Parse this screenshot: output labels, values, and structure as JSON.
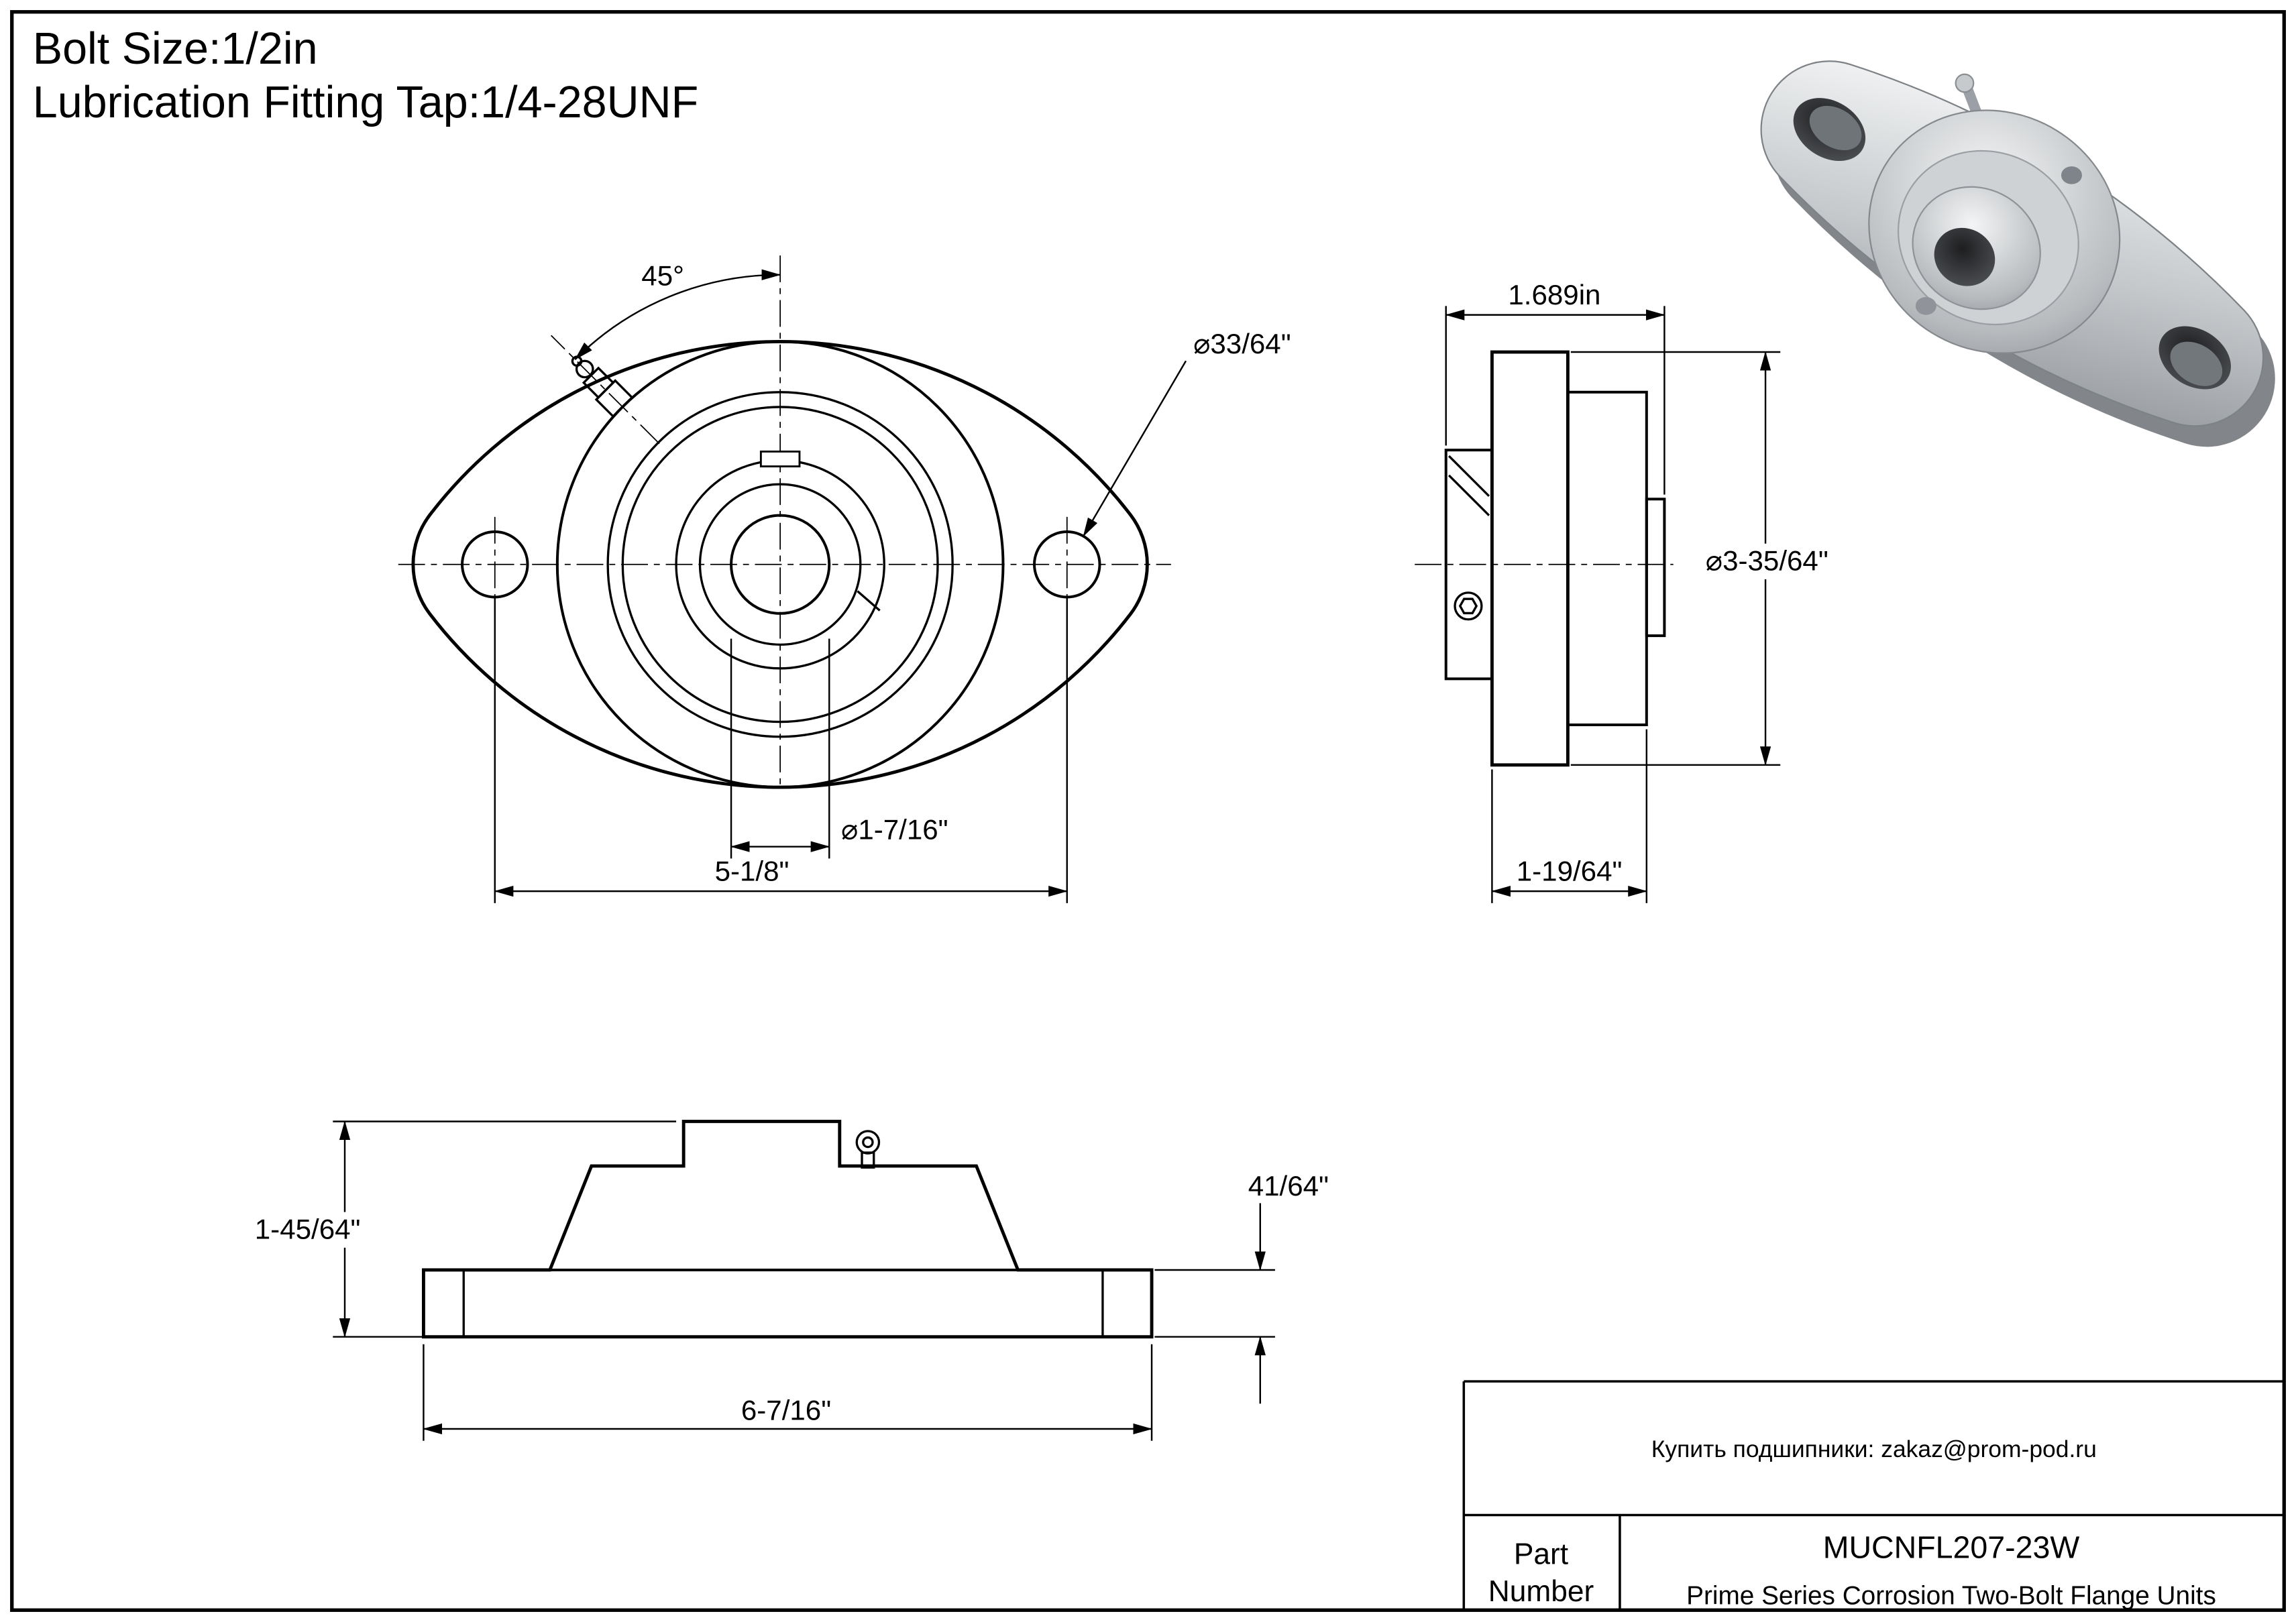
{
  "notes": {
    "line1": "Bolt Size:1/2in",
    "line2": "Lubrication Fitting Tap:1/4-28UNF"
  },
  "front_view": {
    "angle_label": "45°",
    "bolt_hole_diameter": "⌀33/64\"",
    "bore_diameter": "⌀1-7/16\"",
    "bolt_spacing": "5-1/8\""
  },
  "side_view": {
    "overall_width": "1.689in",
    "housing_diameter": "⌀3-35/64\"",
    "base_width": "1-19/64\""
  },
  "bottom_view": {
    "overall_height": "1-45/64\"",
    "flange_thickness": "41/64\"",
    "overall_length": "6-7/16\""
  },
  "title_block": {
    "contact": "Купить подшипники: zakaz@prom-pod.ru",
    "part_label_line1": "Part",
    "part_label_line2": "Number",
    "part_number": "MUCNFL207-23W",
    "series_description": "Prime Series Corrosion Two-Bolt Flange Units"
  },
  "colors": {
    "line": "#000000",
    "background": "#ffffff",
    "render_metal_light": "#f4f5f6",
    "render_metal_dark": "#85898d"
  }
}
